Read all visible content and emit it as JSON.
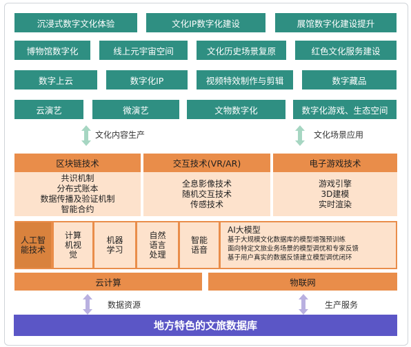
{
  "top_rows": [
    [
      "沉浸式数字文化体验",
      "文化IP数字化建设",
      "展馆数字化建设提升"
    ],
    [
      "博物馆数字化",
      "线上元宇宙空间",
      "文化历史场景复原",
      "红色文化服务建设"
    ],
    [
      "数字上云",
      "数字化IP",
      "视频特效制作与剪辑",
      "数字藏品"
    ],
    [
      "云演艺",
      "微演艺",
      "文物数字化",
      "数字化游戏、生态空间"
    ]
  ],
  "flow_top": {
    "left": "文化内容生产",
    "right": "文化场景应用"
  },
  "tech": [
    {
      "header": "区块链技术",
      "items": [
        "共识机制",
        "分布式账本",
        "数据传播及验证机制",
        "智能合约"
      ]
    },
    {
      "header": "交互技术(VR/AR)",
      "items": [
        "全息影像技术",
        "随机交互技术",
        "传感技术"
      ]
    },
    {
      "header": "电子游戏技术",
      "items": [
        "游戏引擎",
        "3D建模",
        "实时渲染"
      ]
    }
  ],
  "ai": {
    "label": "人工智\n能技术",
    "cells": [
      "计算\n机视\n觉",
      "机器\n学习",
      "自然\n语言\n处理",
      "智能\n语音"
    ],
    "model_title": "AI大模型",
    "model_lines": [
      "基于大规模文化数据库的模型增强预训练",
      "面向特定文旅业务场景的模型调优和专家反馈",
      "基于用户真实的数据反馈建立模型调优闭环"
    ]
  },
  "infra": {
    "left": "云计算",
    "right": "物联网"
  },
  "flow_bottom": {
    "left": "数据资源",
    "right": "生产服务"
  },
  "base": "地方特色的文旅数据库",
  "colors": {
    "teal": "#2f8f82",
    "orange_header": "#e98d4a",
    "peach": "#fde2cc",
    "orange_dark": "#d9823d",
    "purple": "#5b56c6",
    "arrow_green": "#a6d6c2",
    "arrow_purple": "#b9b0e0"
  }
}
